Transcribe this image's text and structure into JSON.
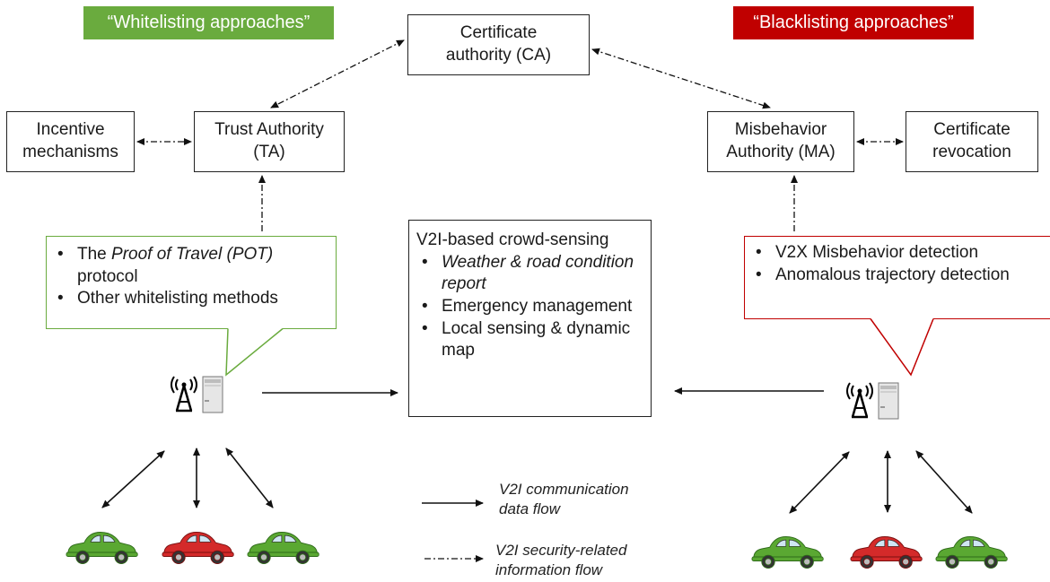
{
  "tags": {
    "whitelisting": "“Whitelisting approaches”",
    "blacklisting": "“Blacklisting approaches”"
  },
  "nodes": {
    "ca": {
      "line1": "Certificate",
      "line2": "authority (CA)"
    },
    "incentive": {
      "line1": "Incentive",
      "line2": "mechanisms"
    },
    "ta": {
      "line1": "Trust Authority",
      "line2": "(TA)"
    },
    "ma": {
      "line1": "Misbehavior",
      "line2": "Authority (MA)"
    },
    "revocation": {
      "line1": "Certificate",
      "line2": "revocation"
    }
  },
  "whitelist_callout": {
    "item1_prefix": "The ",
    "item1_italic": "Proof of Travel (POT)",
    "item1_suffix": " protocol",
    "item2": "Other whitelisting methods"
  },
  "center": {
    "title": "V2I-based crowd-sensing",
    "items": [
      "Weather & road condition report",
      "Emergency management",
      "Local sensing & dynamic map"
    ]
  },
  "blacklist_callout": {
    "items": [
      "V2X Misbehavior detection",
      "Anomalous trajectory detection"
    ]
  },
  "legend": {
    "solid": {
      "line1": "V2I communication",
      "line2": "data flow"
    },
    "dashed": {
      "line1": "V2I security-related",
      "line2": "information flow"
    }
  },
  "colors": {
    "whitelist": "#6aab3e",
    "blacklist": "#c00000",
    "car_green": "#5aa832",
    "car_red": "#d42a2a"
  }
}
